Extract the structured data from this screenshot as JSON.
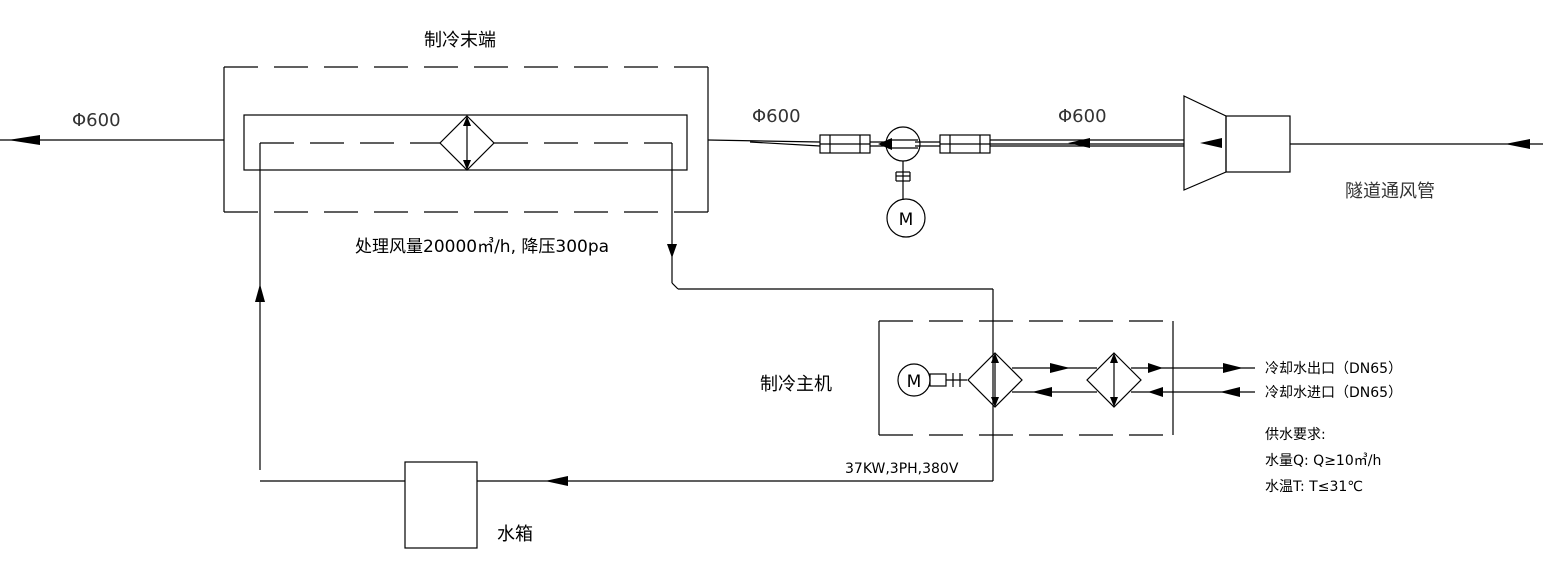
{
  "labels": {
    "cooling_terminal": "制冷末端",
    "terminal_spec": "处理风量20000㎥/h, 降压300pa",
    "duct_left": "Φ600",
    "duct_mid": "Φ600",
    "duct_right": "Φ600",
    "tunnel_duct": "隧道通风管",
    "chiller": "制冷主机",
    "power_spec": "37KW,3PH,380V",
    "water_tank": "水箱",
    "cw_out": "冷却水出口（DN65）",
    "cw_in": "冷却水进口（DN65）",
    "supply_title": "供水要求:",
    "supply_flow": "水量Q: Q≥10㎥/h",
    "supply_temp": "水温T: T≤31℃",
    "fan_motor": "M",
    "chiller_motor": "M"
  }
}
